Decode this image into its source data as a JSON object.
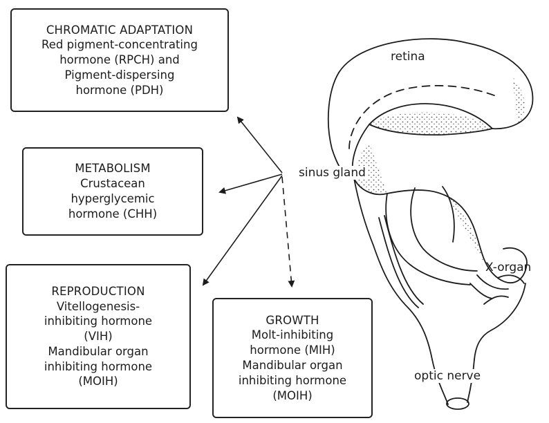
{
  "boxes": {
    "chromatic": {
      "heading": "CHROMATIC ADAPTATION",
      "lines": [
        "Red pigment-concentrating",
        "hormone (RPCH) and",
        "Pigment-dispersing",
        "hormone (PDH)"
      ]
    },
    "metabolism": {
      "heading": "METABOLISM",
      "lines": [
        "Crustacean",
        "hyperglycemic",
        "hormone (CHH)"
      ]
    },
    "reproduction": {
      "heading": "REPRODUCTION",
      "lines": [
        "Vitellogenesis-",
        "inhibiting hormone",
        "(VIH)",
        "Mandibular organ",
        "inhibiting hormone",
        "(MOIH)"
      ]
    },
    "growth": {
      "heading": "GROWTH",
      "lines": [
        "Molt-inhibiting",
        "hormone (MIH)",
        "Mandibular organ",
        "inhibiting hormone",
        "(MOIH)"
      ]
    }
  },
  "labels": {
    "retina": "retina",
    "sinus_gland": "sinus gland",
    "x_organ": "X-organ",
    "optic_nerve": "optic nerve"
  }
}
